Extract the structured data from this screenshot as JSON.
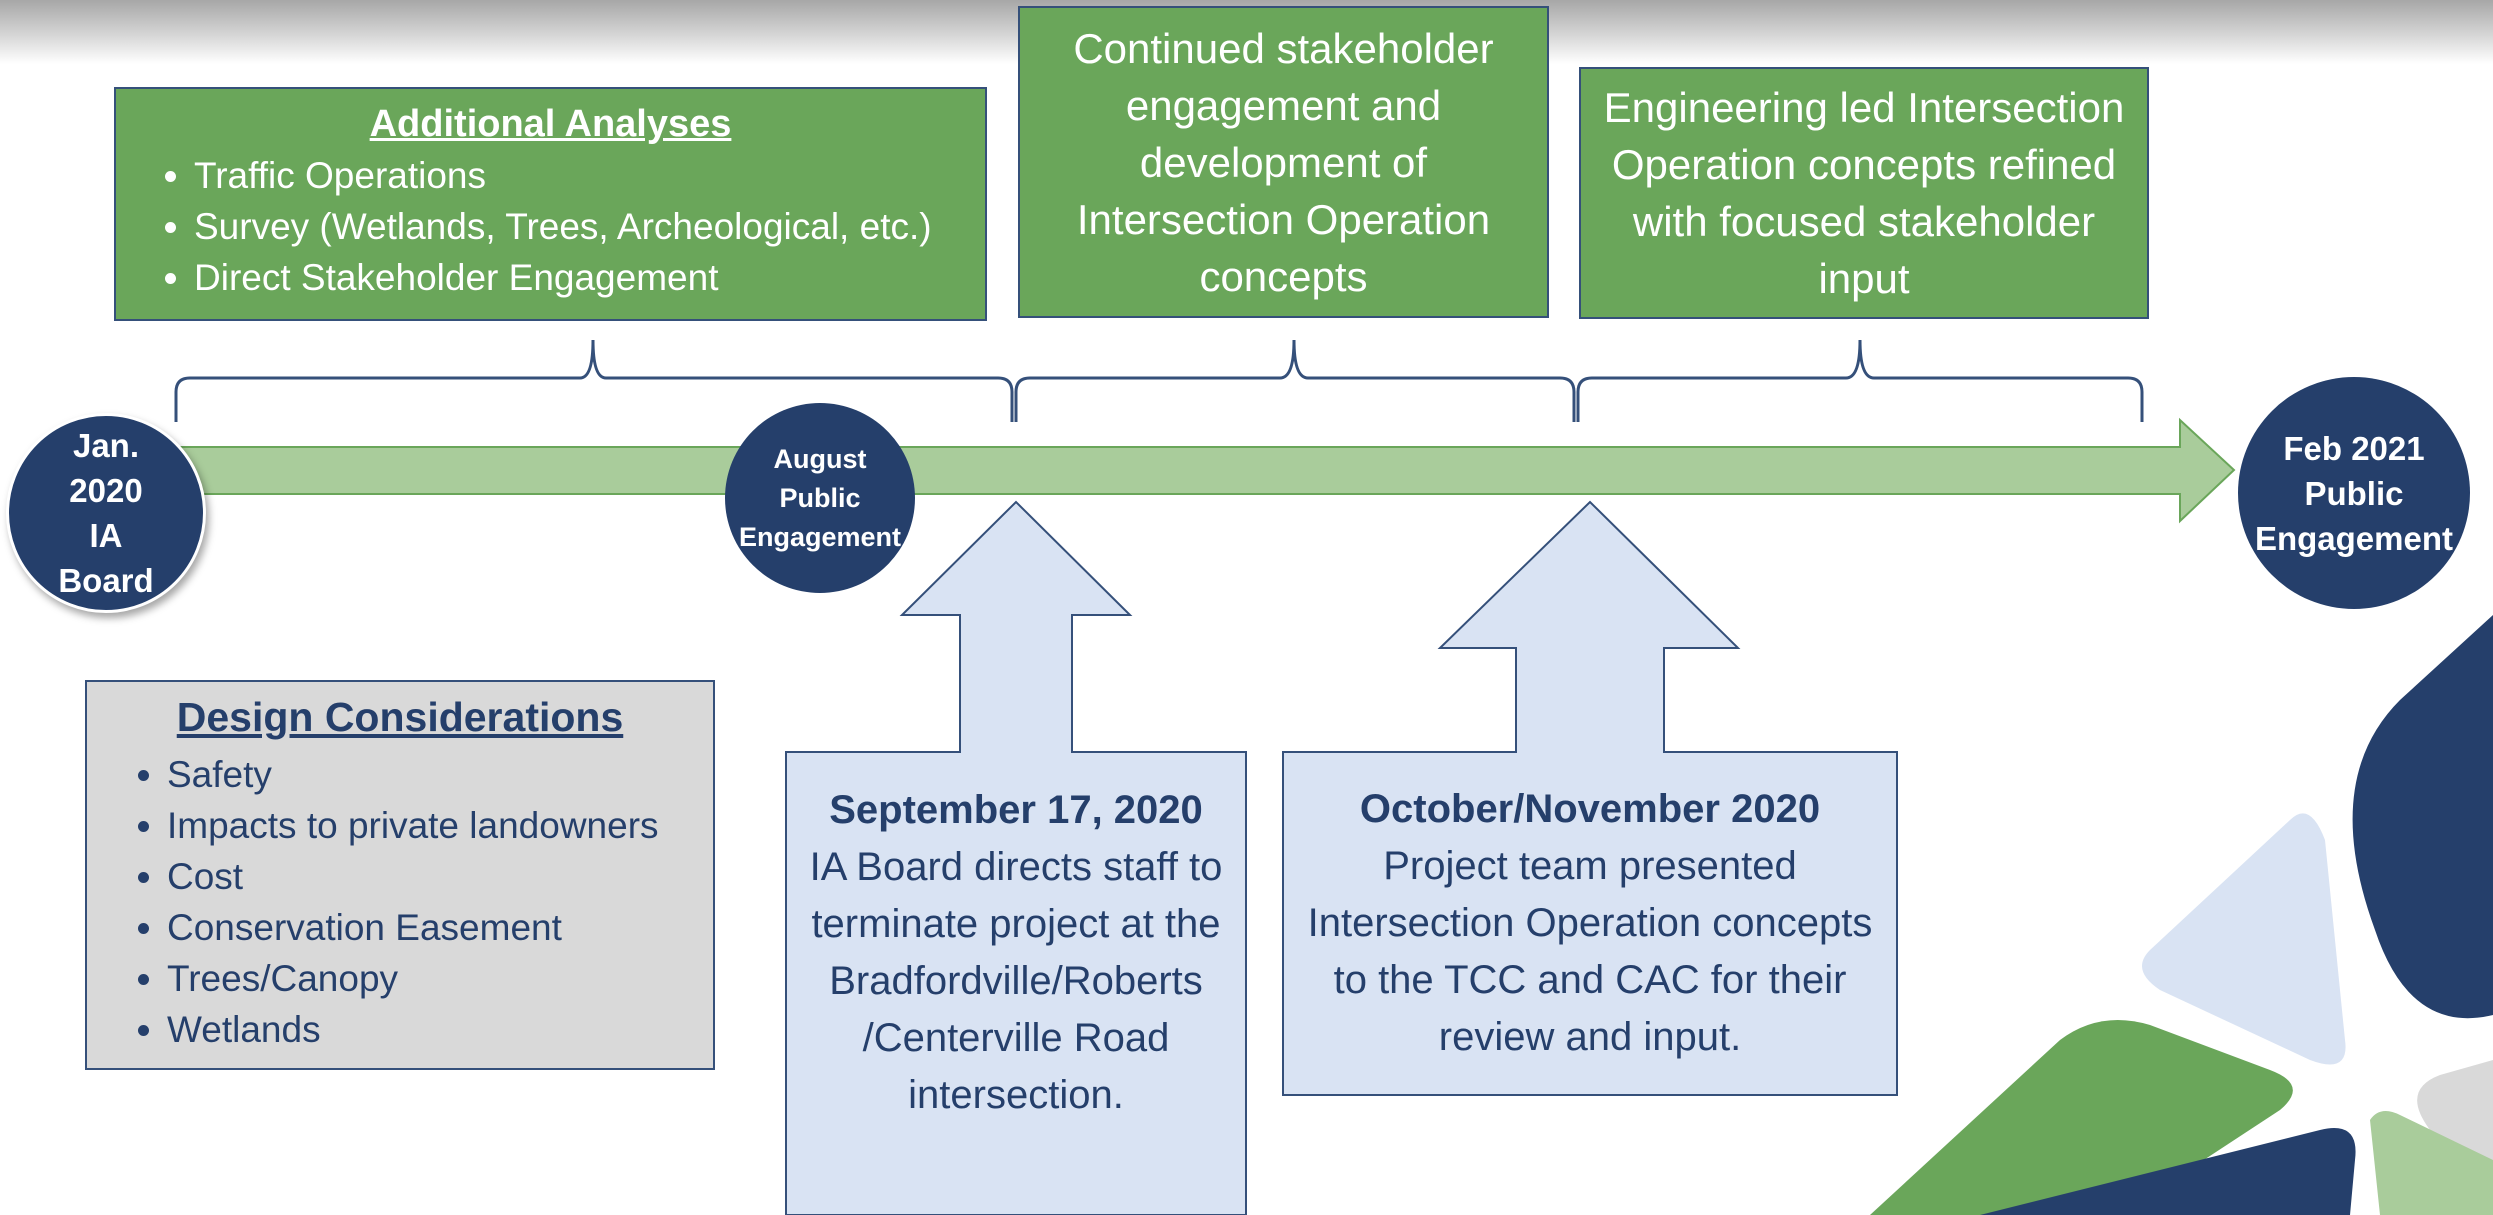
{
  "top_boxes": {
    "analyses": {
      "title": "Additional Analyses",
      "items": [
        "Traffic Operations",
        "Survey (Wetlands, Trees, Archeological, etc.)",
        "Direct Stakeholder Engagement"
      ]
    },
    "continued": {
      "text": "Continued stakeholder engagement and development of Intersection Operation concepts"
    },
    "engineering": {
      "text": "Engineering led Intersection Operation concepts refined with focused stakeholder input"
    }
  },
  "milestones": {
    "jan": [
      "Jan.",
      "2020",
      "IA",
      "Board"
    ],
    "aug": [
      "August",
      "Public",
      "Engagement"
    ],
    "feb": [
      "Feb 2021",
      "Public",
      "Engagement"
    ]
  },
  "design_considerations": {
    "title": "Design Considerations",
    "items": [
      "Safety",
      "Impacts to private landowners",
      "Cost",
      "Conservation Easement",
      "Trees/Canopy",
      "Wetlands"
    ]
  },
  "callouts": {
    "sept": {
      "heading": "September 17, 2020",
      "body": "IA Board directs staff to terminate project at the Bradfordville/Roberts /Centerville Road intersection."
    },
    "octnov": {
      "heading": "October/November 2020",
      "body": "Project team presented Intersection Operation concepts to the TCC and CAC for their review and input."
    }
  },
  "colors": {
    "navy": "#253f6b",
    "green": "#6aa65a",
    "light_green": "#a9cc9b",
    "light_blue": "#d9e3f3",
    "gray": "#d9d9d9"
  }
}
